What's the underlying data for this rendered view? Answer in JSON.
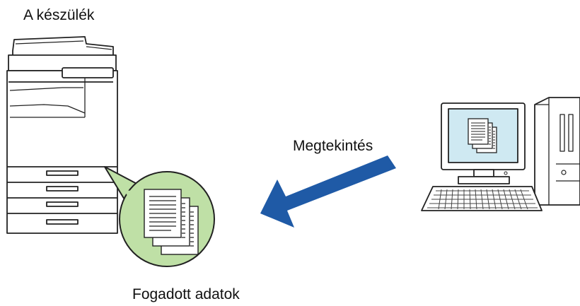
{
  "labels": {
    "device": "A készülék",
    "view": "Megtekintés",
    "received": "Fogadott adatok"
  },
  "colors": {
    "arrow": "#1f5aa6",
    "bubble_fill": "#bfe0a6",
    "screen_fill": "#cfe9f2",
    "line": "#222222"
  }
}
